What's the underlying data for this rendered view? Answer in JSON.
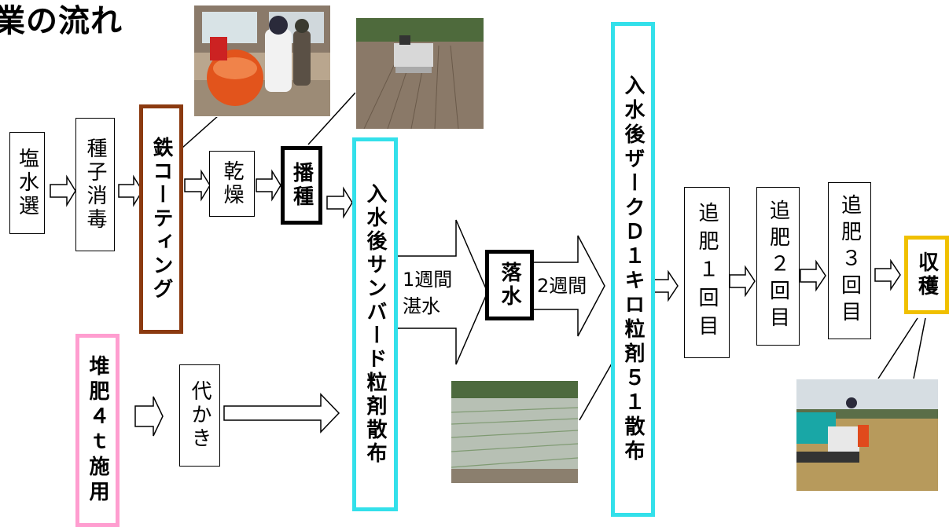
{
  "title": "業の流れ",
  "steps": {
    "shiosui": "塩水選",
    "shushi": "種子消毒",
    "tetsu": "鉄コーティング",
    "kanso": "乾燥",
    "hashu": "播種",
    "sunbird": "入水後サンバード粒剤散布",
    "rakusui": "落水",
    "zark": "入水後ザークＤ１キロ粒剤５１散布",
    "tsuihi1": "追肥１回目",
    "tsuihi2": "追肥２回目",
    "tsuihi3": "追肥３回目",
    "shukaku": "収穫",
    "taihi": "堆肥４ｔ施用",
    "shirokaki": "代かき"
  },
  "arrow_labels": {
    "week1_line1": "1週間",
    "week1_line2": "湛水",
    "week2": "2週間"
  },
  "colors": {
    "brown": "#8b3a10",
    "pink": "#ff9ed0",
    "cyan": "#33e0ea",
    "gold": "#f0c000"
  },
  "photos": [
    "coating-machine-photo",
    "seeding-machine-photo",
    "flooded-paddy-photo",
    "harvester-photo"
  ]
}
